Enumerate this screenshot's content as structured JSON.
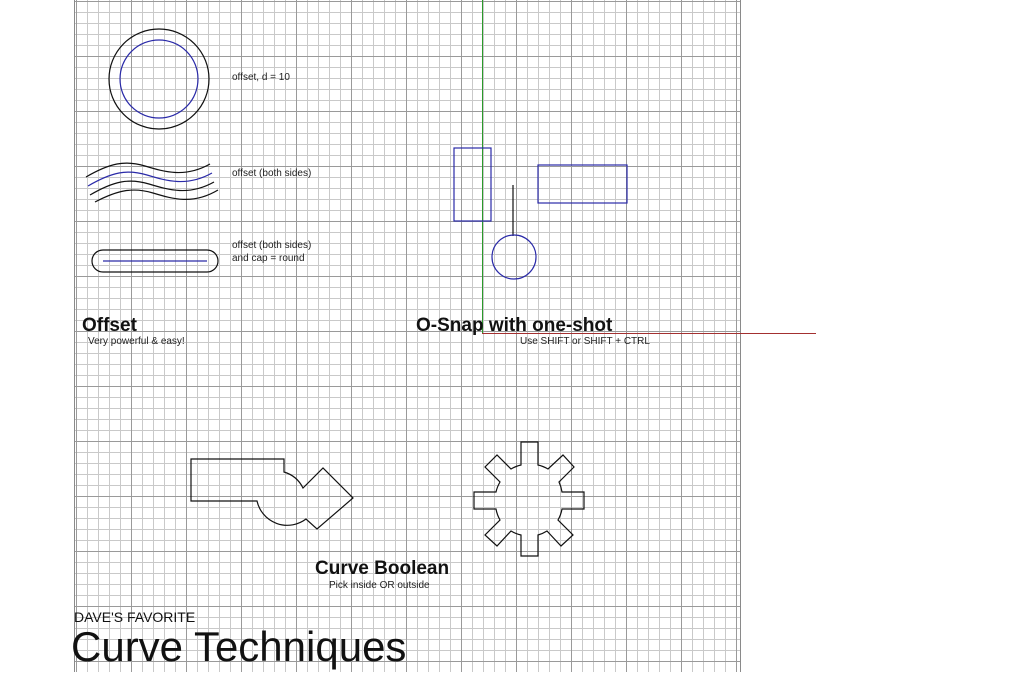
{
  "colors": {
    "grid_minor": "#c9c9c9",
    "grid_major": "#9a9a9a",
    "y_axis": "#2a9a2a",
    "x_axis": "#a33030",
    "curve_black": "#111111",
    "curve_blue": "#2a2aa8"
  },
  "offset_section": {
    "label_circle": "offset, d = 10",
    "label_wave": "offset (both sides)",
    "label_capsule_line1": "offset (both sides)",
    "label_capsule_line2": "and cap = round",
    "heading": "Offset",
    "subheading": "Very powerful & easy!"
  },
  "osnap_section": {
    "heading": "O-Snap with one-shot",
    "subheading": "Use SHIFT or SHIFT + CTRL"
  },
  "boolean_section": {
    "heading": "Curve Boolean",
    "subheading": "Pick inside OR outside"
  },
  "footer": {
    "kicker": "DAVE'S FAVORITE",
    "title": "Curve Techniques"
  }
}
